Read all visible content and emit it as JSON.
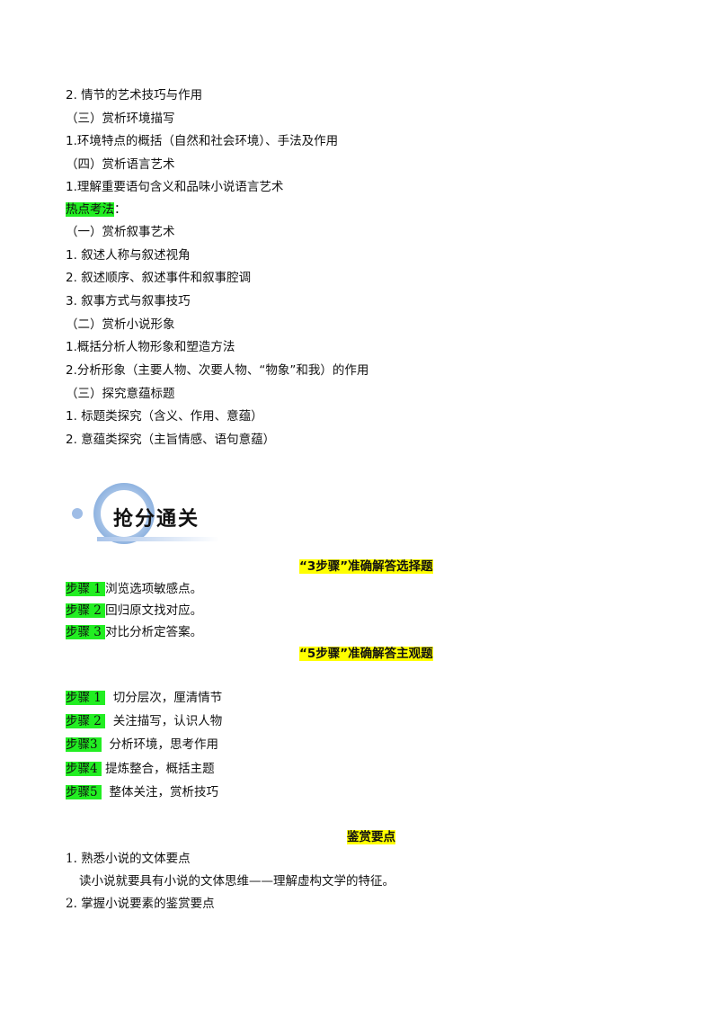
{
  "lines_top": [
    "2.  情节的艺术技巧与作用",
    "（三）赏析环境描写",
    "1.环境特点的概括（自然和社会环境）、手法及作用",
    "（四）赏析语言艺术",
    "1.理解重要语句含义和品味小说语言艺术"
  ],
  "hot": {
    "label": "热点考法",
    "suffix": "："
  },
  "lines_hot": [
    "（一）赏析叙事艺术",
    "1.  叙述人称与叙述视角",
    "2.  叙述顺序、叙述事件和叙事腔调",
    "3.  叙事方式与叙事技巧",
    "（二）赏析小说形象",
    "1.概括分析人物形象和塑造方法",
    "2.分析形象（主要人物、次要人物、“物象”和我）的作用",
    "（三）探究意蕴标题",
    "1.  标题类探究（含义、作用、意蕴）",
    "2.  意蕴类探究（主旨情感、语句意蕴）"
  ],
  "banner": {
    "title": "抢分通关"
  },
  "section1": {
    "title": "“3步骤”准确解答选择题",
    "steps": [
      {
        "label": "步骤 1 ",
        "text": "浏览选项敏感点。"
      },
      {
        "label": "步骤 2 ",
        "text": "回归原文找对应。"
      },
      {
        "label": "步骤 3 ",
        "text": "对比分析定答案。"
      }
    ]
  },
  "section2": {
    "title": "“5步骤”准确解答主观题",
    "steps": [
      {
        "label": "步骤 1 ",
        "text": "  切分层次，厘清情节"
      },
      {
        "label": "步骤 2 ",
        "text": "  关注描写，认识人物"
      },
      {
        "label": "步骤3 ",
        "text": "  分析环境，思考作用"
      },
      {
        "label": "步骤4 ",
        "text": " 提炼整合，概括主题"
      },
      {
        "label": "步骤5 ",
        "text": "  整体关注，赏析技巧"
      }
    ]
  },
  "section3": {
    "title": "鉴赏要点",
    "items": [
      "1.  熟悉小说的文体要点",
      "读小说就要具有小说的文体思维——理解虚构文学的特征。",
      "2.  掌握小说要素的鉴赏要点"
    ]
  }
}
